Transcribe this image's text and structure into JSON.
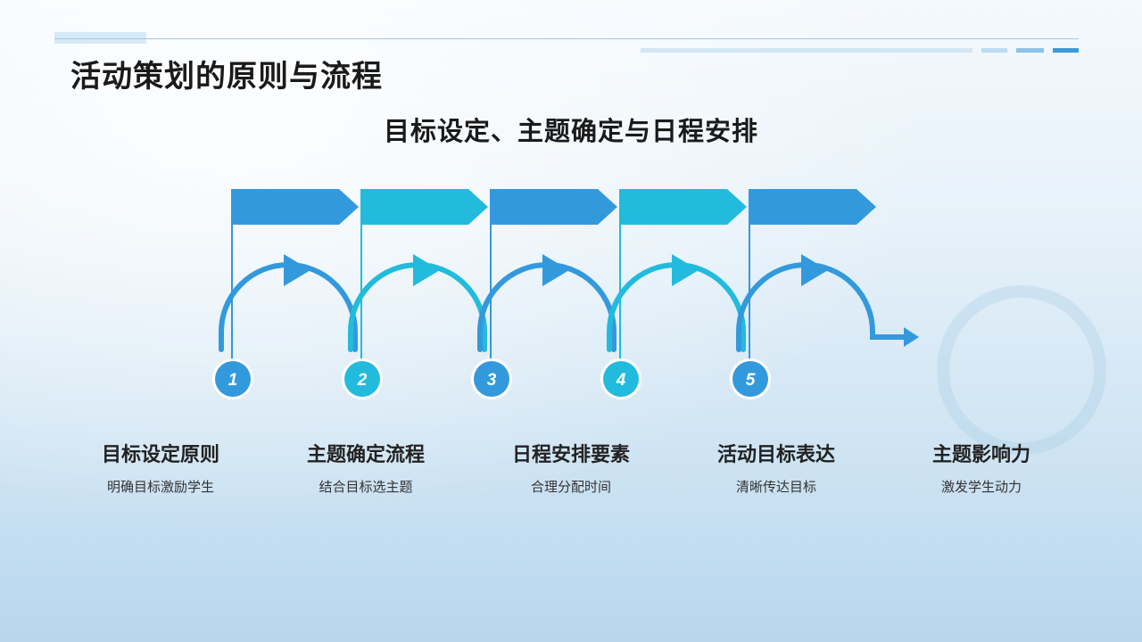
{
  "title": "活动策划的原则与流程",
  "subtitle": "目标设定、主题确定与日程安排",
  "colors": {
    "blue": "#3399dd",
    "cyan": "#22bbdd"
  },
  "steps": [
    {
      "number": "1",
      "label": "目标设定原则",
      "desc": "明确目标激励学生",
      "color": "#3399dd"
    },
    {
      "number": "2",
      "label": "主题确定流程",
      "desc": "结合目标选主题",
      "color": "#22bbdd"
    },
    {
      "number": "3",
      "label": "日程安排要素",
      "desc": "合理分配时间",
      "color": "#3399dd"
    },
    {
      "number": "4",
      "label": "活动目标表达",
      "desc": "清晰传达目标",
      "color": "#22bbdd"
    },
    {
      "number": "5",
      "label": "主题影响力",
      "desc": "激发学生动力",
      "color": "#3399dd"
    }
  ]
}
